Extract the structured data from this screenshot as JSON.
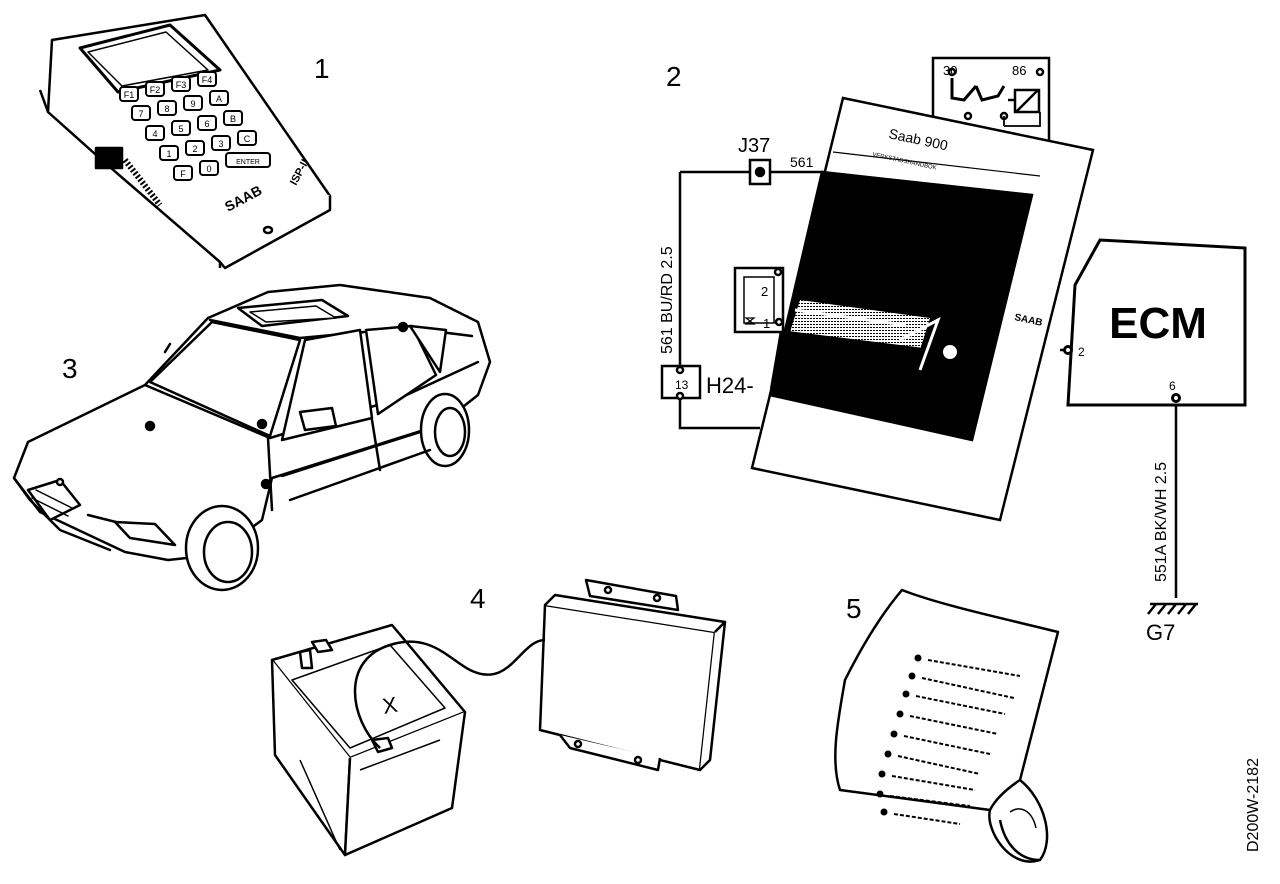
{
  "callouts": [
    "1",
    "2",
    "3",
    "4",
    "5"
  ],
  "tester": {
    "brand": "SAAB",
    "model": "ISP-II",
    "keys": [
      "F1",
      "F2",
      "F3",
      "F4",
      "7",
      "8",
      "9",
      "A",
      "4",
      "5",
      "6",
      "B",
      "1",
      "2",
      "3",
      "C",
      "F",
      "0",
      "ENTER"
    ]
  },
  "manual": {
    "title": "Saab 900",
    "subtitle": "VERKSTADSHANDBOK",
    "brand": "SAAB"
  },
  "relay_top": {
    "pin_a": "30",
    "pin_b": "86"
  },
  "relay_small": {
    "pin_a": "2",
    "pin_b": "1"
  },
  "wiring": {
    "junction": "J37",
    "wire_561": "561",
    "wire_left": "561 BU/RD 2.5",
    "connector": "H24-",
    "connector_pin": "13",
    "ecm": "ECM",
    "ecm_pin_2": "2",
    "ecm_pin_6": "6",
    "wire_right": "551A BK/WH 2.5",
    "ground": "G7"
  },
  "battery": {
    "mark": "X"
  },
  "doc_id": "D200W-2182"
}
